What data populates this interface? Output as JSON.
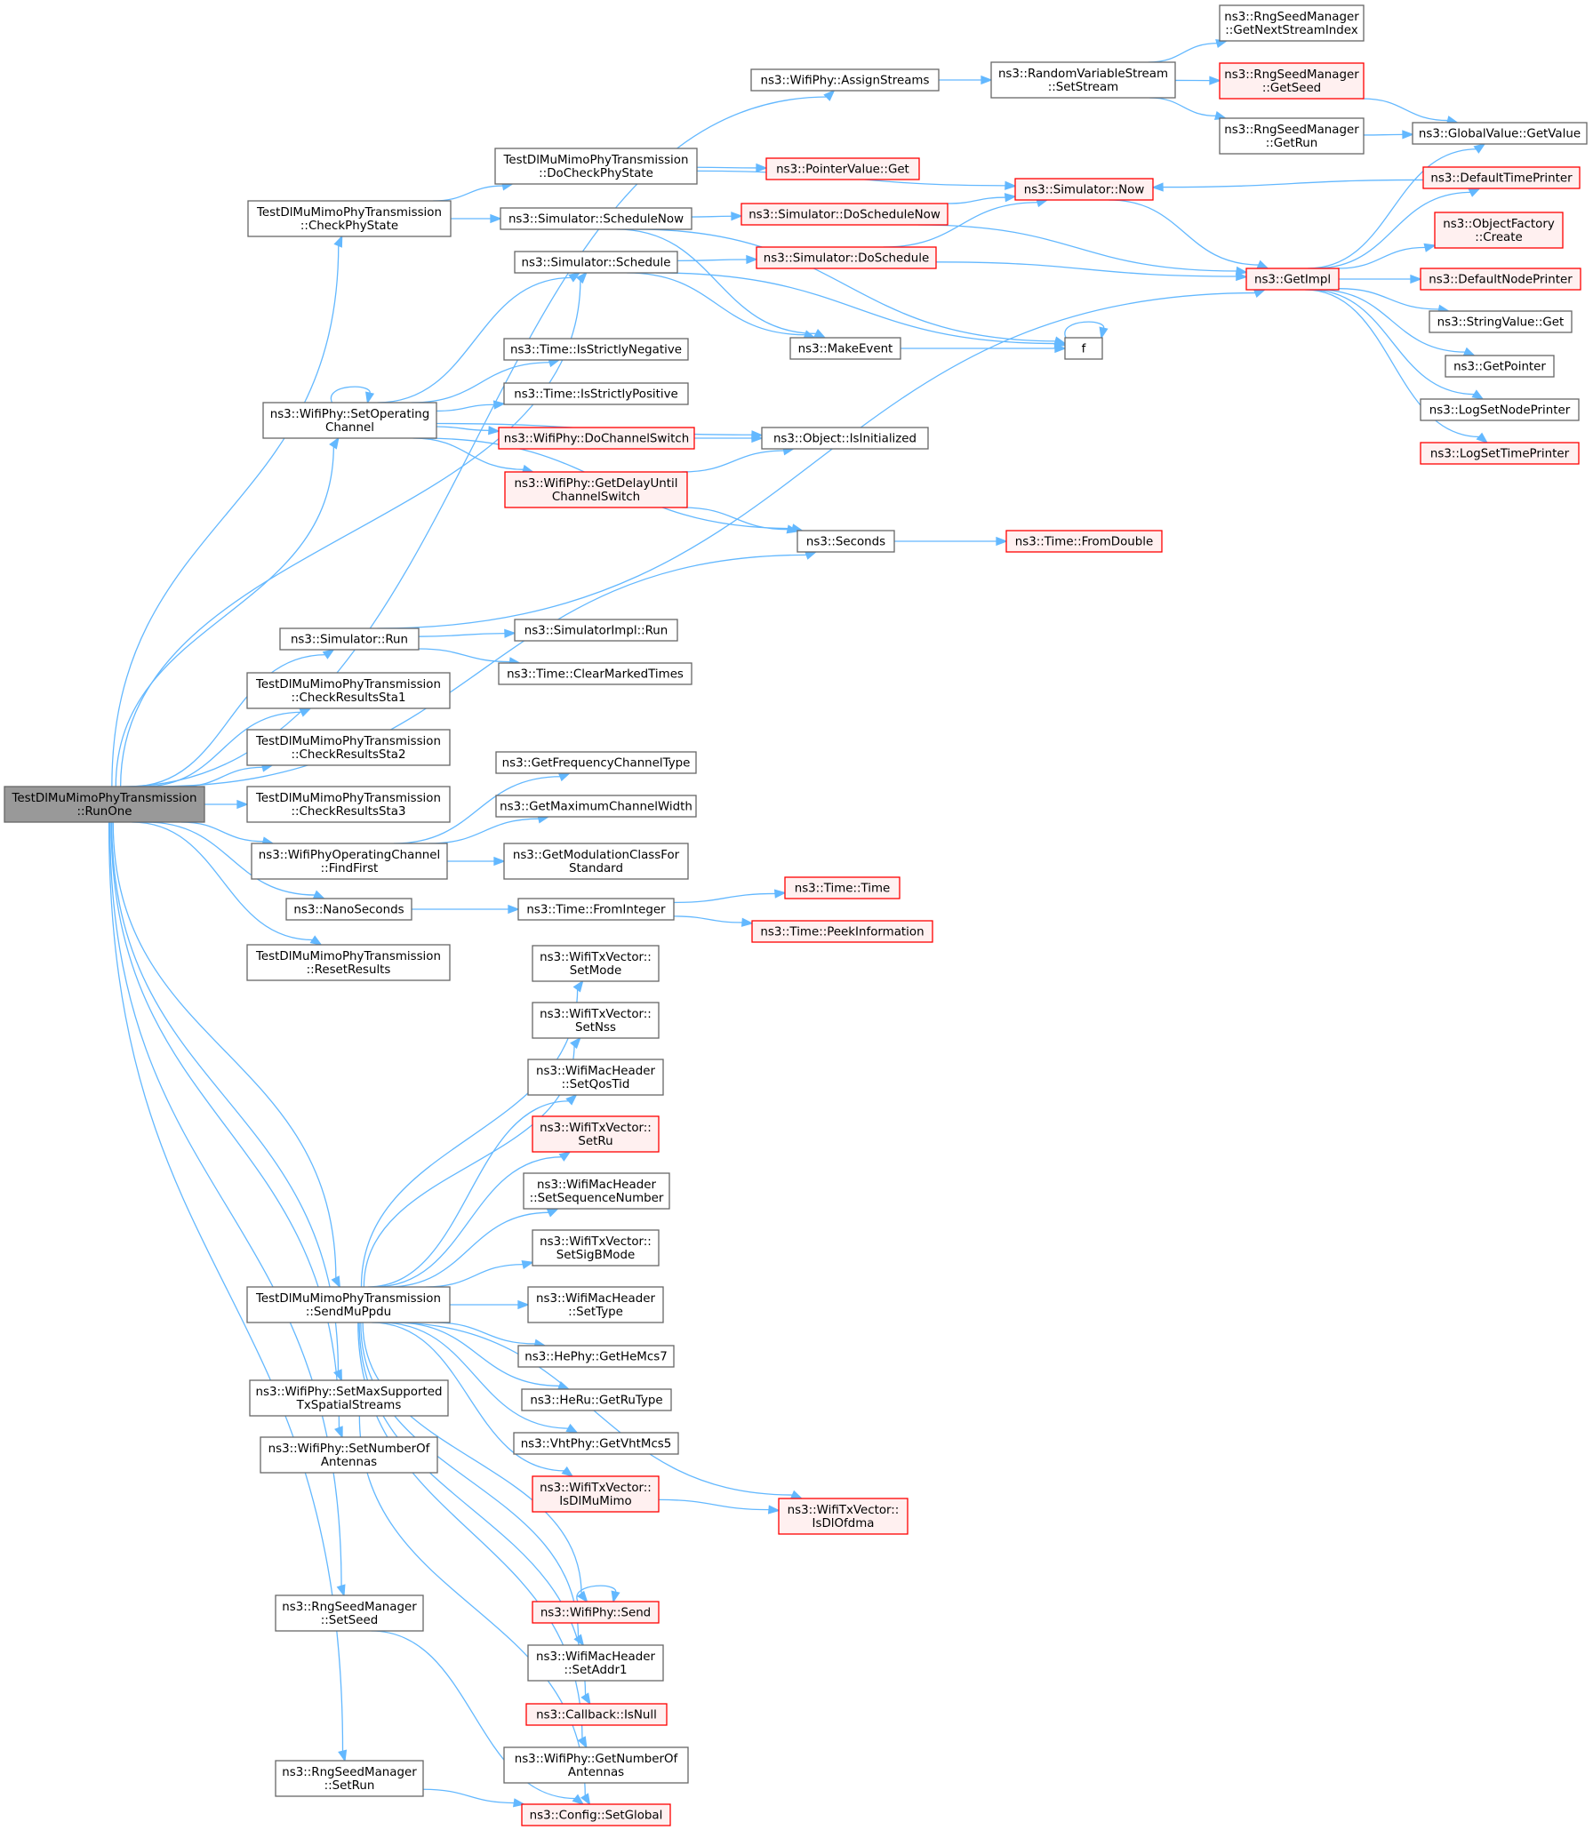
{
  "colors": {
    "edge": "#63b8ff",
    "root_fill": "#999999",
    "root_stroke": "#666666",
    "normal_fill": "#ffffff",
    "normal_stroke": "#666666",
    "incomplete_fill": "#fff0f0",
    "incomplete_stroke": "#ff0000"
  },
  "nodes": [
    {
      "id": "runone",
      "kind": "root",
      "lines": [
        "TestDlMuMimoPhyTransmission",
        "::RunOne"
      ]
    },
    {
      "id": "assignstreams",
      "kind": "normal",
      "lines": [
        "ns3::WifiPhy::AssignStreams"
      ]
    },
    {
      "id": "rvs_setstream",
      "kind": "normal",
      "lines": [
        "ns3::RandomVariableStream",
        "::SetStream"
      ]
    },
    {
      "id": "rsm_nextstream",
      "kind": "normal",
      "lines": [
        "ns3::RngSeedManager",
        "::GetNextStreamIndex"
      ]
    },
    {
      "id": "rsm_getseed",
      "kind": "incomplete",
      "lines": [
        "ns3::RngSeedManager",
        "::GetSeed"
      ]
    },
    {
      "id": "rsm_getrun",
      "kind": "normal",
      "lines": [
        "ns3::RngSeedManager",
        "::GetRun"
      ]
    },
    {
      "id": "gv_getvalue",
      "kind": "normal",
      "lines": [
        "ns3::GlobalValue::GetValue"
      ]
    },
    {
      "id": "docheckphystate",
      "kind": "normal",
      "lines": [
        "TestDlMuMimoPhyTransmission",
        "::DoCheckPhyState"
      ]
    },
    {
      "id": "pointervalue_get",
      "kind": "incomplete",
      "lines": [
        "ns3::PointerValue::Get"
      ]
    },
    {
      "id": "sim_now",
      "kind": "incomplete",
      "lines": [
        "ns3::Simulator::Now"
      ]
    },
    {
      "id": "defaulttimeprinter",
      "kind": "incomplete",
      "lines": [
        "ns3::DefaultTimePrinter"
      ]
    },
    {
      "id": "checkphystate",
      "kind": "normal",
      "lines": [
        "TestDlMuMimoPhyTransmission",
        "::CheckPhyState"
      ]
    },
    {
      "id": "schedulenow",
      "kind": "normal",
      "lines": [
        "ns3::Simulator::ScheduleNow"
      ]
    },
    {
      "id": "doschedulenow",
      "kind": "incomplete",
      "lines": [
        "ns3::Simulator::DoScheduleNow"
      ]
    },
    {
      "id": "objectfactory_create",
      "kind": "incomplete",
      "lines": [
        "ns3::ObjectFactory",
        "::Create"
      ]
    },
    {
      "id": "schedule",
      "kind": "normal",
      "lines": [
        "ns3::Simulator::Schedule"
      ]
    },
    {
      "id": "doschedule",
      "kind": "incomplete",
      "lines": [
        "ns3::Simulator::DoSchedule"
      ]
    },
    {
      "id": "getimpl",
      "kind": "incomplete",
      "lines": [
        "ns3::GetImpl"
      ]
    },
    {
      "id": "defaultnodeprinter",
      "kind": "incomplete",
      "lines": [
        "ns3::DefaultNodePrinter"
      ]
    },
    {
      "id": "stringvalue_get",
      "kind": "normal",
      "lines": [
        "ns3::StringValue::Get"
      ]
    },
    {
      "id": "makeevent",
      "kind": "normal",
      "lines": [
        "ns3::MakeEvent"
      ]
    },
    {
      "id": "f",
      "kind": "normal",
      "lines": [
        "f"
      ]
    },
    {
      "id": "isstrictlynegative",
      "kind": "normal",
      "lines": [
        "ns3::Time::IsStrictlyNegative"
      ]
    },
    {
      "id": "getpointer",
      "kind": "normal",
      "lines": [
        "ns3::GetPointer"
      ]
    },
    {
      "id": "setoperatingchannel",
      "kind": "normal",
      "lines": [
        "ns3::WifiPhy::SetOperating",
        "Channel"
      ]
    },
    {
      "id": "isstrictlypositive",
      "kind": "normal",
      "lines": [
        "ns3::Time::IsStrictlyPositive"
      ]
    },
    {
      "id": "logsetnodeprinter",
      "kind": "normal",
      "lines": [
        "ns3::LogSetNodePrinter"
      ]
    },
    {
      "id": "dochannelswitch",
      "kind": "incomplete",
      "lines": [
        "ns3::WifiPhy::DoChannelSwitch"
      ]
    },
    {
      "id": "isinitialized",
      "kind": "normal",
      "lines": [
        "ns3::Object::IsInitialized"
      ]
    },
    {
      "id": "logsettimeprinter",
      "kind": "incomplete",
      "lines": [
        "ns3::LogSetTimePrinter"
      ]
    },
    {
      "id": "getdelayuntil",
      "kind": "incomplete",
      "lines": [
        "ns3::WifiPhy::GetDelayUntil",
        "ChannelSwitch"
      ]
    },
    {
      "id": "seconds",
      "kind": "normal",
      "lines": [
        "ns3::Seconds"
      ]
    },
    {
      "id": "fromdouble",
      "kind": "incomplete",
      "lines": [
        "ns3::Time::FromDouble"
      ]
    },
    {
      "id": "sim_run",
      "kind": "normal",
      "lines": [
        "ns3::Simulator::Run"
      ]
    },
    {
      "id": "simimpl_run",
      "kind": "normal",
      "lines": [
        "ns3::SimulatorImpl::Run"
      ]
    },
    {
      "id": "clearmarkedtimes",
      "kind": "normal",
      "lines": [
        "ns3::Time::ClearMarkedTimes"
      ]
    },
    {
      "id": "checkresultssta1",
      "kind": "normal",
      "lines": [
        "TestDlMuMimoPhyTransmission",
        "::CheckResultsSta1"
      ]
    },
    {
      "id": "checkresultssta2",
      "kind": "normal",
      "lines": [
        "TestDlMuMimoPhyTransmission",
        "::CheckResultsSta2"
      ]
    },
    {
      "id": "getfrequencychanneltype",
      "kind": "normal",
      "lines": [
        "ns3::GetFrequencyChannelType"
      ]
    },
    {
      "id": "checkresultssta3",
      "kind": "normal",
      "lines": [
        "TestDlMuMimoPhyTransmission",
        "::CheckResultsSta3"
      ]
    },
    {
      "id": "getmaximumchannelwidth",
      "kind": "normal",
      "lines": [
        "ns3::GetMaximumChannelWidth"
      ]
    },
    {
      "id": "findfirst",
      "kind": "normal",
      "lines": [
        "ns3::WifiPhyOperatingChannel",
        "::FindFirst"
      ]
    },
    {
      "id": "getmodulationclass",
      "kind": "normal",
      "lines": [
        "ns3::GetModulationClassFor",
        "Standard"
      ]
    },
    {
      "id": "nanoseconds",
      "kind": "normal",
      "lines": [
        "ns3::NanoSeconds"
      ]
    },
    {
      "id": "frominteger",
      "kind": "normal",
      "lines": [
        "ns3::Time::FromInteger"
      ]
    },
    {
      "id": "time_time",
      "kind": "incomplete",
      "lines": [
        "ns3::Time::Time"
      ]
    },
    {
      "id": "peekinformation",
      "kind": "incomplete",
      "lines": [
        "ns3::Time::PeekInformation"
      ]
    },
    {
      "id": "resetresults",
      "kind": "normal",
      "lines": [
        "TestDlMuMimoPhyTransmission",
        "::ResetResults"
      ]
    },
    {
      "id": "setmode",
      "kind": "normal",
      "lines": [
        "ns3::WifiTxVector::",
        "SetMode"
      ]
    },
    {
      "id": "setnss",
      "kind": "normal",
      "lines": [
        "ns3::WifiTxVector::",
        "SetNss"
      ]
    },
    {
      "id": "setqostid",
      "kind": "normal",
      "lines": [
        "ns3::WifiMacHeader",
        "::SetQosTid"
      ]
    },
    {
      "id": "setru",
      "kind": "incomplete",
      "lines": [
        "ns3::WifiTxVector::",
        "SetRu"
      ]
    },
    {
      "id": "setsequencenumber",
      "kind": "normal",
      "lines": [
        "ns3::WifiMacHeader",
        "::SetSequenceNumber"
      ]
    },
    {
      "id": "setsigbmode",
      "kind": "normal",
      "lines": [
        "ns3::WifiTxVector::",
        "SetSigBMode"
      ]
    },
    {
      "id": "sendmuppdu",
      "kind": "normal",
      "lines": [
        "TestDlMuMimoPhyTransmission",
        "::SendMuPpdu"
      ]
    },
    {
      "id": "settype",
      "kind": "normal",
      "lines": [
        "ns3::WifiMacHeader",
        "::SetType"
      ]
    },
    {
      "id": "gethemcs7",
      "kind": "normal",
      "lines": [
        "ns3::HePhy::GetHeMcs7"
      ]
    },
    {
      "id": "getrutype",
      "kind": "normal",
      "lines": [
        "ns3::HeRu::GetRuType"
      ]
    },
    {
      "id": "setmaxsupported",
      "kind": "normal",
      "lines": [
        "ns3::WifiPhy::SetMaxSupported",
        "TxSpatialStreams"
      ]
    },
    {
      "id": "getvhtmcs5",
      "kind": "normal",
      "lines": [
        "ns3::VhtPhy::GetVhtMcs5"
      ]
    },
    {
      "id": "setnumberofantennas",
      "kind": "normal",
      "lines": [
        "ns3::WifiPhy::SetNumberOf",
        "Antennas"
      ]
    },
    {
      "id": "isdlmumimo",
      "kind": "incomplete",
      "lines": [
        "ns3::WifiTxVector::",
        "IsDlMuMimo"
      ]
    },
    {
      "id": "isdlofdma",
      "kind": "incomplete",
      "lines": [
        "ns3::WifiTxVector::",
        "IsDlOfdma"
      ]
    },
    {
      "id": "rsm_setseed",
      "kind": "normal",
      "lines": [
        "ns3::RngSeedManager",
        "::SetSeed"
      ]
    },
    {
      "id": "wifiphy_send",
      "kind": "incomplete",
      "lines": [
        "ns3::WifiPhy::Send"
      ]
    },
    {
      "id": "setaddr1",
      "kind": "normal",
      "lines": [
        "ns3::WifiMacHeader",
        "::SetAddr1"
      ]
    },
    {
      "id": "callback_isnull",
      "kind": "incomplete",
      "lines": [
        "ns3::Callback::IsNull"
      ]
    },
    {
      "id": "getnumberofantennas",
      "kind": "normal",
      "lines": [
        "ns3::WifiPhy::GetNumberOf",
        "Antennas"
      ]
    },
    {
      "id": "rsm_setrun",
      "kind": "normal",
      "lines": [
        "ns3::RngSeedManager",
        "::SetRun"
      ]
    },
    {
      "id": "config_setglobal",
      "kind": "incomplete",
      "lines": [
        "ns3::Config::SetGlobal"
      ]
    }
  ],
  "edges": [
    [
      "runone",
      "assignstreams"
    ],
    [
      "runone",
      "checkphystate"
    ],
    [
      "runone",
      "schedule"
    ],
    [
      "runone",
      "setoperatingchannel"
    ],
    [
      "runone",
      "seconds"
    ],
    [
      "runone",
      "sim_run"
    ],
    [
      "runone",
      "checkresultssta1"
    ],
    [
      "runone",
      "checkresultssta2"
    ],
    [
      "runone",
      "checkresultssta3"
    ],
    [
      "runone",
      "findfirst"
    ],
    [
      "runone",
      "nanoseconds"
    ],
    [
      "runone",
      "resetresults"
    ],
    [
      "runone",
      "sendmuppdu"
    ],
    [
      "runone",
      "setmaxsupported"
    ],
    [
      "runone",
      "setnumberofantennas"
    ],
    [
      "runone",
      "rsm_setseed"
    ],
    [
      "runone",
      "rsm_setrun"
    ],
    [
      "assignstreams",
      "rvs_setstream"
    ],
    [
      "rvs_setstream",
      "rsm_nextstream"
    ],
    [
      "rvs_setstream",
      "rsm_getseed"
    ],
    [
      "rvs_setstream",
      "rsm_getrun"
    ],
    [
      "rsm_getseed",
      "gv_getvalue"
    ],
    [
      "rsm_getrun",
      "gv_getvalue"
    ],
    [
      "checkphystate",
      "docheckphystate"
    ],
    [
      "checkphystate",
      "schedulenow"
    ],
    [
      "docheckphystate",
      "pointervalue_get"
    ],
    [
      "docheckphystate",
      "sim_now"
    ],
    [
      "sim_now",
      "getimpl"
    ],
    [
      "defaulttimeprinter",
      "sim_now"
    ],
    [
      "schedulenow",
      "doschedulenow"
    ],
    [
      "schedulenow",
      "makeevent"
    ],
    [
      "schedulenow",
      "f"
    ],
    [
      "doschedulenow",
      "sim_now"
    ],
    [
      "doschedulenow",
      "getimpl"
    ],
    [
      "schedule",
      "doschedule"
    ],
    [
      "schedule",
      "makeevent"
    ],
    [
      "schedule",
      "f"
    ],
    [
      "doschedule",
      "sim_now"
    ],
    [
      "doschedule",
      "getimpl"
    ],
    [
      "makeevent",
      "f"
    ],
    [
      "f",
      "f"
    ],
    [
      "getimpl",
      "gv_getvalue"
    ],
    [
      "getimpl",
      "defaulttimeprinter"
    ],
    [
      "getimpl",
      "objectfactory_create"
    ],
    [
      "getimpl",
      "defaultnodeprinter"
    ],
    [
      "getimpl",
      "stringvalue_get"
    ],
    [
      "getimpl",
      "getpointer"
    ],
    [
      "getimpl",
      "logsetnodeprinter"
    ],
    [
      "getimpl",
      "logsettimeprinter"
    ],
    [
      "setoperatingchannel",
      "setoperatingchannel"
    ],
    [
      "setoperatingchannel",
      "schedule"
    ],
    [
      "setoperatingchannel",
      "isinitialized"
    ],
    [
      "setoperatingchannel",
      "isstrictlynegative"
    ],
    [
      "setoperatingchannel",
      "isstrictlypositive"
    ],
    [
      "setoperatingchannel",
      "dochannelswitch"
    ],
    [
      "setoperatingchannel",
      "getdelayuntil"
    ],
    [
      "setoperatingchannel",
      "seconds"
    ],
    [
      "dochannelswitch",
      "isinitialized"
    ],
    [
      "getdelayuntil",
      "isinitialized"
    ],
    [
      "getdelayuntil",
      "seconds"
    ],
    [
      "seconds",
      "fromdouble"
    ],
    [
      "sim_run",
      "simimpl_run"
    ],
    [
      "sim_run",
      "clearmarkedtimes"
    ],
    [
      "sim_run",
      "getimpl"
    ],
    [
      "findfirst",
      "getfrequencychanneltype"
    ],
    [
      "findfirst",
      "getmaximumchannelwidth"
    ],
    [
      "findfirst",
      "getmodulationclass"
    ],
    [
      "nanoseconds",
      "frominteger"
    ],
    [
      "frominteger",
      "time_time"
    ],
    [
      "frominteger",
      "peekinformation"
    ],
    [
      "sendmuppdu",
      "setmode"
    ],
    [
      "sendmuppdu",
      "setnss"
    ],
    [
      "sendmuppdu",
      "setqostid"
    ],
    [
      "sendmuppdu",
      "setru"
    ],
    [
      "sendmuppdu",
      "setsequencenumber"
    ],
    [
      "sendmuppdu",
      "setsigbmode"
    ],
    [
      "sendmuppdu",
      "settype"
    ],
    [
      "sendmuppdu",
      "gethemcs7"
    ],
    [
      "sendmuppdu",
      "getrutype"
    ],
    [
      "sendmuppdu",
      "getvhtmcs5"
    ],
    [
      "sendmuppdu",
      "isdlmumimo"
    ],
    [
      "sendmuppdu",
      "isdlofdma"
    ],
    [
      "sendmuppdu",
      "wifiphy_send"
    ],
    [
      "sendmuppdu",
      "setaddr1"
    ],
    [
      "sendmuppdu",
      "callback_isnull"
    ],
    [
      "sendmuppdu",
      "getnumberofantennas"
    ],
    [
      "isdlmumimo",
      "isdlofdma"
    ],
    [
      "wifiphy_send",
      "wifiphy_send"
    ],
    [
      "setmaxsupported",
      "config_setglobal"
    ],
    [
      "rsm_setseed",
      "config_setglobal"
    ],
    [
      "rsm_setrun",
      "config_setglobal"
    ]
  ]
}
